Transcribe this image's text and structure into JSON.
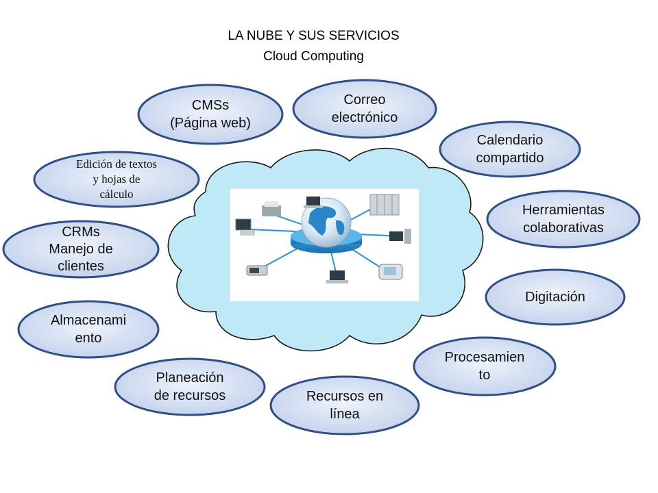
{
  "title": "LA NUBE Y SUS SERVICIOS",
  "subtitle": "Cloud Computing",
  "services": {
    "cms": "CMSs\n(Página web)",
    "correo": "Correo\nelectrónico",
    "calendario": "Calendario\ncompartido",
    "herramientas": "Herramientas\ncolaborativas",
    "digitacion": "Digitación",
    "procesamiento": "Procesamien\nto",
    "recursos_linea": "Recursos en\nlínea",
    "planeacion": "Planeación\nde recursos",
    "almacenamiento": "Almacenami\nento",
    "crm": "CRMs\nManejo de\nclientes",
    "edicion": "Edición de textos\ny hojas de\ncálculo"
  },
  "colors": {
    "oval_fill": "#c9d7ef",
    "oval_stroke": "#2f4f86",
    "cloud_fill": "#bfe9f7",
    "cloud_stroke": "#1a1a1a",
    "globe_blue": "#2a86c8"
  }
}
